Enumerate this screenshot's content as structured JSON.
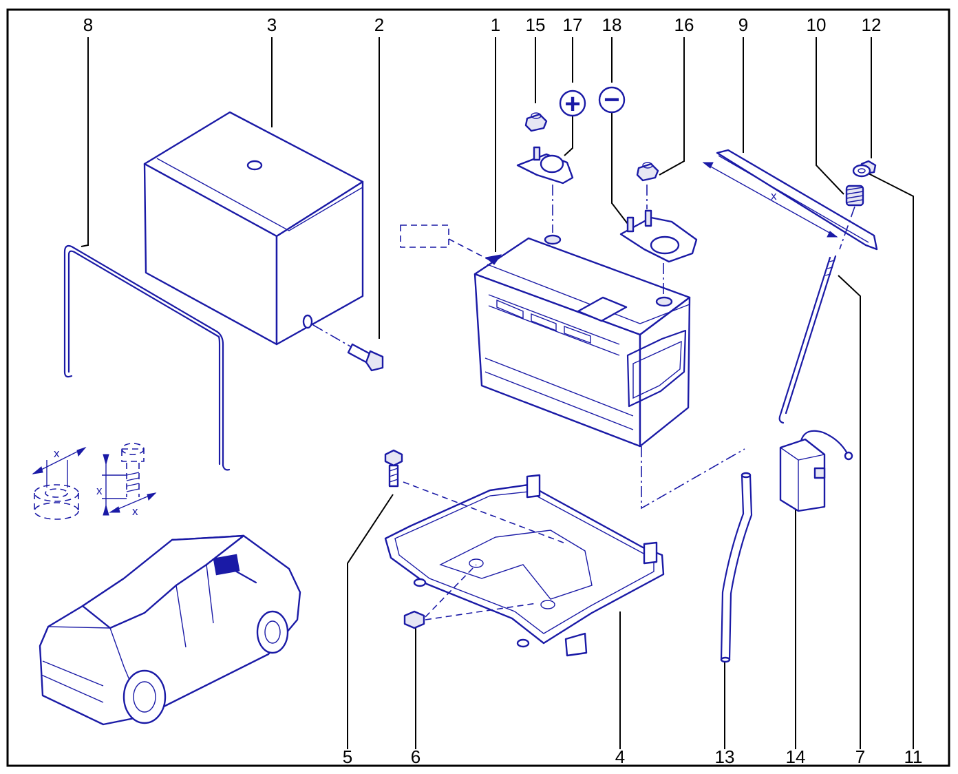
{
  "colors": {
    "ink": "#1a1aa6",
    "callout": "#000000",
    "background": "#ffffff"
  },
  "callouts": {
    "c1": "1",
    "c2": "2",
    "c3": "3",
    "c4": "4",
    "c5": "5",
    "c6": "6",
    "c7": "7",
    "c8": "8",
    "c9": "9",
    "c10": "10",
    "c11": "11",
    "c12": "12",
    "c13": "13",
    "c14": "14",
    "c15": "15",
    "c16": "16",
    "c17": "17",
    "c18": "18"
  },
  "symbols": {
    "positive": "+",
    "negative": "−"
  },
  "dimension_marks": {
    "torque_nut": "x",
    "torque_bolt_h": "x",
    "torque_bolt_v": "x",
    "support_bar_length": "x"
  }
}
